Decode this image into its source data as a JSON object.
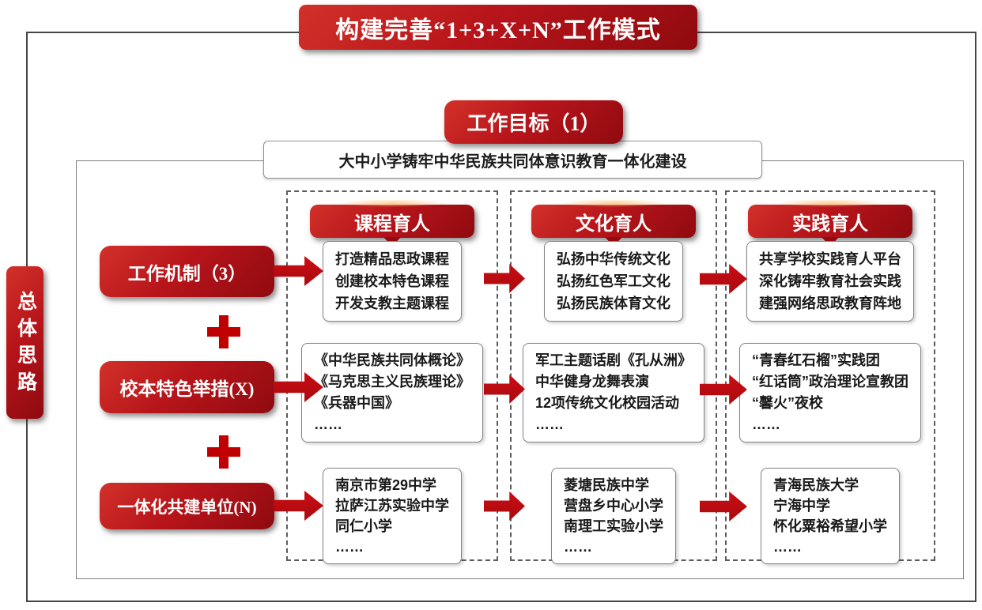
{
  "title": "构建完善“1+3+X+N”工作模式",
  "goal": {
    "banner": "工作目标（1）",
    "description": "大中小学铸牢中华民族共同体意识教育一体化建设"
  },
  "side_label": "总体思路",
  "left_column": {
    "items": [
      {
        "type": "button",
        "label": "工作机制（3）"
      },
      {
        "type": "plus",
        "label": "+"
      },
      {
        "type": "button",
        "label": "校本特色举措(X)"
      },
      {
        "type": "plus",
        "label": "+"
      },
      {
        "type": "button",
        "label": "一体化共建单位(N)"
      }
    ]
  },
  "columns": [
    {
      "header": "课程育人",
      "boxes": [
        [
          "打造精品思政课程",
          "创建校本特色课程",
          "开发支教主题课程"
        ],
        [
          "《中华民族共同体概论》",
          "《马克思主义民族理论》",
          "《兵器中国》",
          "……"
        ],
        [
          "南京市第29中学",
          "拉萨江苏实验中学",
          "同仁小学",
          "……"
        ]
      ]
    },
    {
      "header": "文化育人",
      "boxes": [
        [
          "弘扬中华传统文化",
          "弘扬红色军工文化",
          "弘扬民族体育文化"
        ],
        [
          "军工主题话剧《孔从洲》",
          "中华健身龙舞表演",
          "12项传统文化校园活动",
          "……"
        ],
        [
          "菱塘民族中学",
          "营盘乡中心小学",
          "南理工实验小学",
          "……"
        ]
      ]
    },
    {
      "header": "实践育人",
      "boxes": [
        [
          "共享学校实践育人平台",
          "深化铸牢教育社会实践",
          "建强网络思政教育阵地"
        ],
        [
          "“青春红石榴”实践团",
          "“红话筒”政治理论宣教团",
          "“馨火”夜校",
          "……"
        ],
        [
          "青海民族大学",
          "宁海中学",
          "怀化粟裕希望小学",
          "……"
        ]
      ]
    }
  ],
  "colors": {
    "primary_red": "#c00000",
    "dark_red": "#930b10",
    "frame_gray": "#454545",
    "dashed_gray": "#5c5c5c",
    "text_dark": "#1a1a1a"
  }
}
